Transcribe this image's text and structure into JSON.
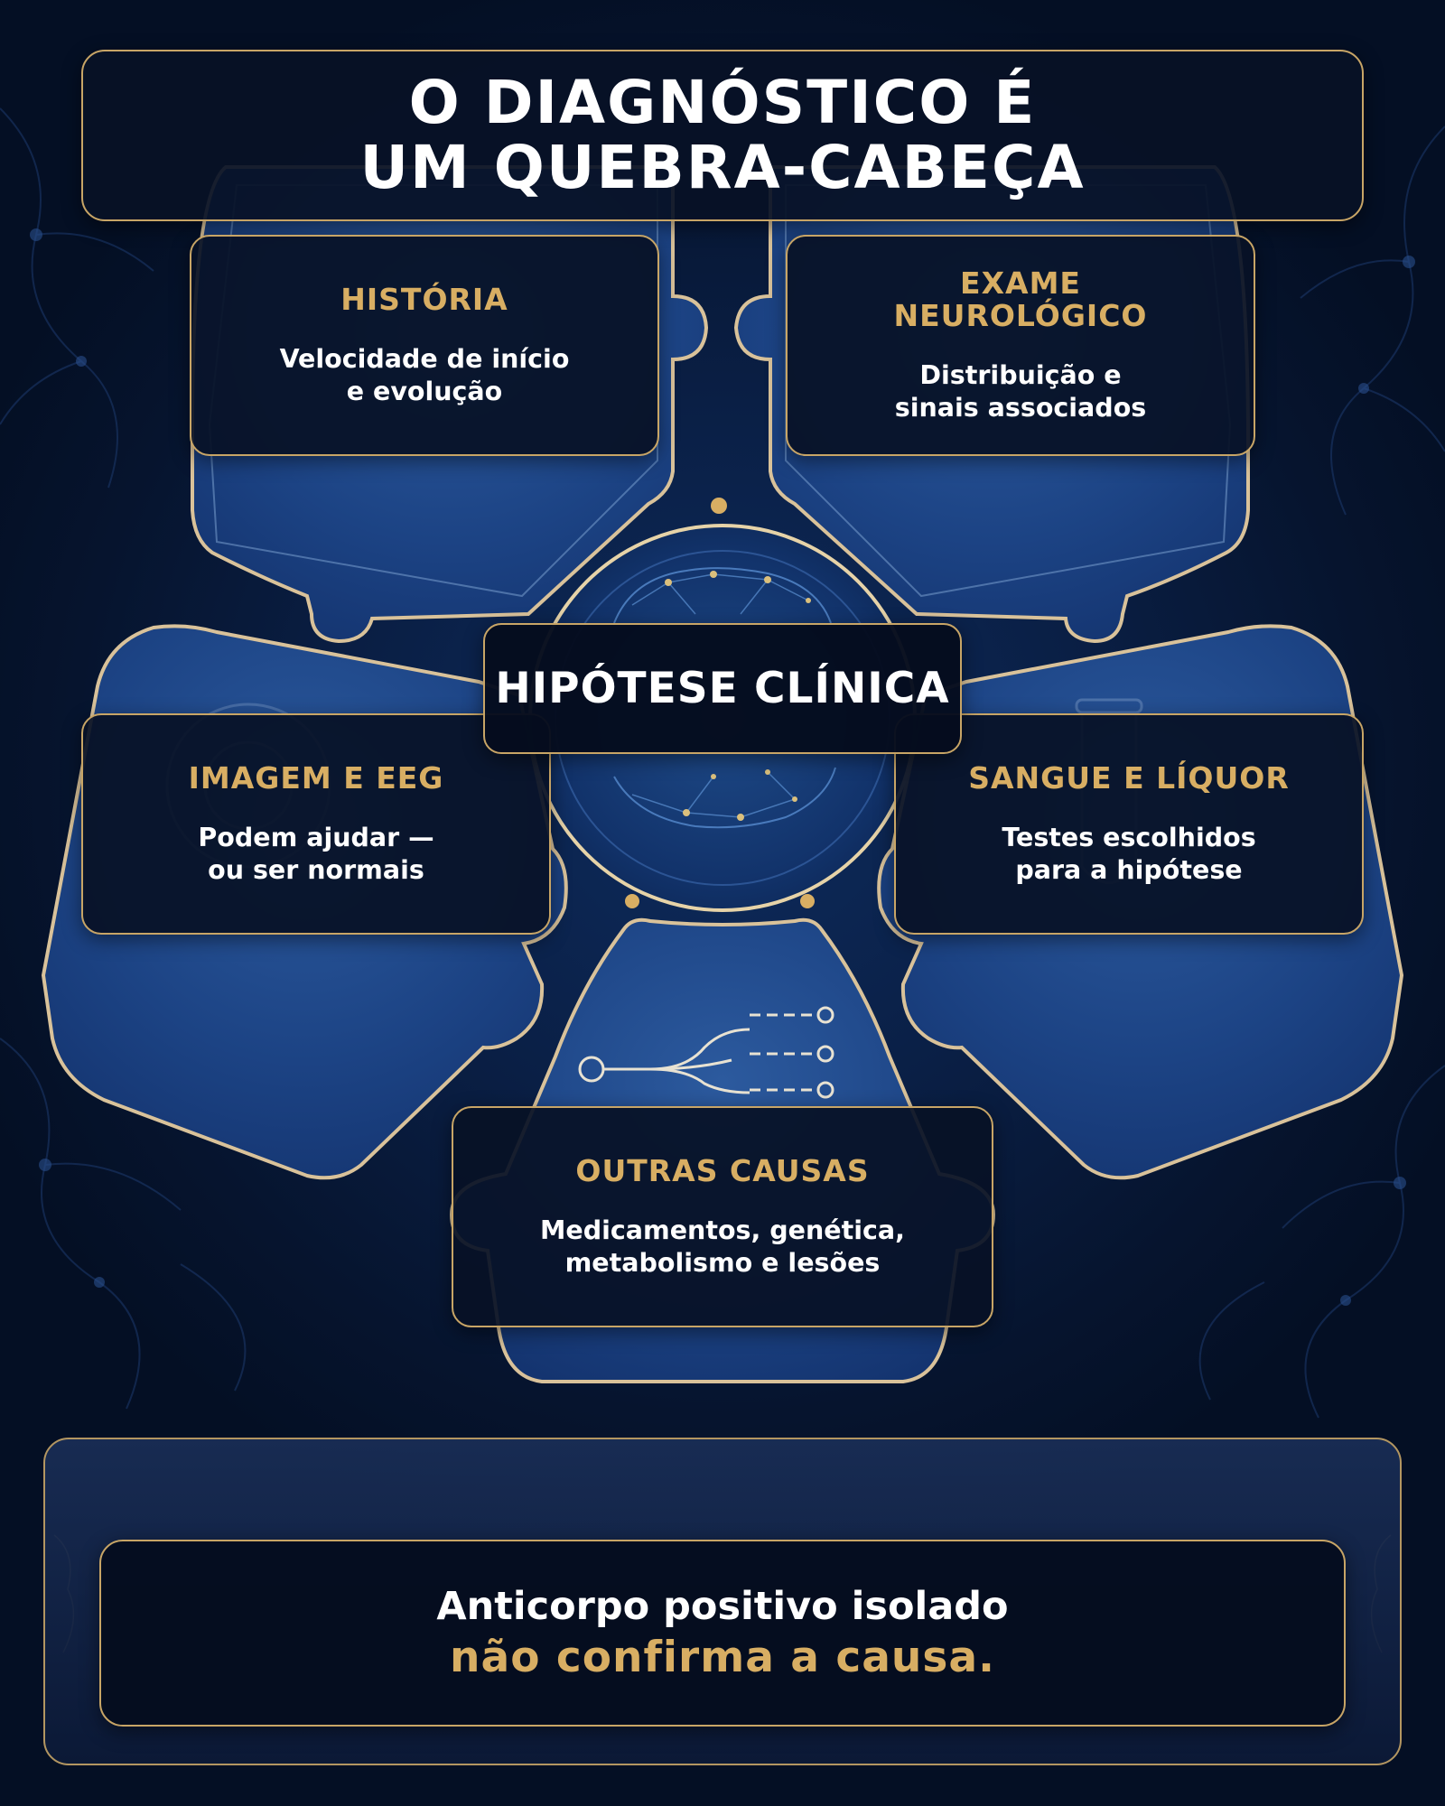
{
  "title": {
    "line1": "O DIAGNÓSTICO É",
    "line2": "UM QUEBRA-CABEÇA"
  },
  "center": {
    "label": "HIPÓTESE CLÍNICA"
  },
  "pieces": {
    "historia": {
      "title": "HISTÓRIA",
      "description_line1": "Velocidade de início",
      "description_line2": "e evolução"
    },
    "exame": {
      "title_line1": "EXAME",
      "title_line2": "NEUROLÓGICO",
      "description_line1": "Distribuição e",
      "description_line2": "sinais associados"
    },
    "imagem": {
      "title": "IMAGEM E EEG",
      "description_line1": "Podem ajudar —",
      "description_line2": "ou ser normais"
    },
    "sangue": {
      "title": "SANGUE E LÍQUOR",
      "description_line1": "Testes escolhidos",
      "description_line2": "para a hipótese"
    },
    "outras": {
      "title": "OUTRAS CAUSAS",
      "description_line1": "Medicamentos, genética,",
      "description_line2": "metabolismo e lesões"
    }
  },
  "conclusion": {
    "line1": "Anticorpo positivo isolado",
    "line2": "não confirma a causa."
  },
  "colors": {
    "background": "#061530",
    "piece_fill": "#1c4384",
    "gold": "#d8ae63",
    "card_fill": "#081126",
    "text": "#ffffff"
  },
  "icons": [
    "timeline-icon",
    "reflex-hammer-icon",
    "brain-network-icon",
    "scanner-icon",
    "eeg-wave-icon",
    "test-tube-icon",
    "branching-paths-icon"
  ]
}
